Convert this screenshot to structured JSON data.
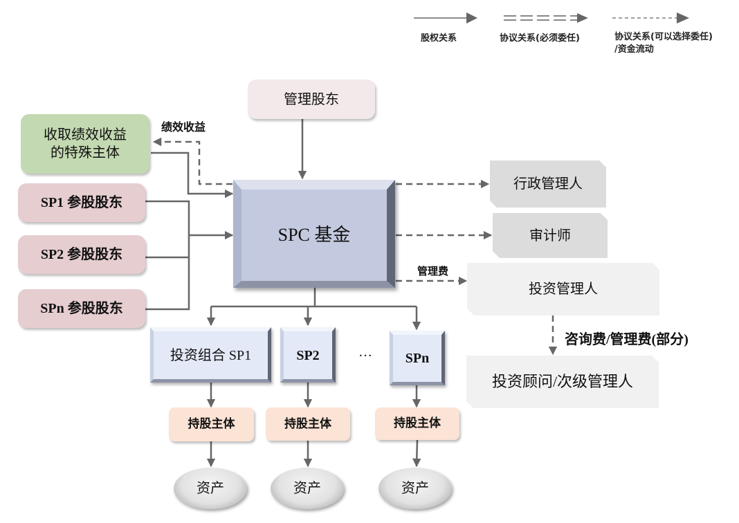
{
  "legend": [
    {
      "style": "solid-arrow",
      "label": "股权关系"
    },
    {
      "style": "double-dashed-arrow",
      "label": "协议关系(必须委任)"
    },
    {
      "style": "dashed-arrow",
      "label": "协议关系(可以选择委任)\n/资金流动"
    }
  ],
  "legend_labels": {
    "equity": "股权关系",
    "mandatory": "协议关系(必须委任)",
    "optional_line1": "协议关系(可以选择委任)",
    "optional_line2": "/资金流动"
  },
  "nodes": {
    "special_entity": {
      "line1": "收取绩效收益",
      "line2": "的特殊主体",
      "color": "#c3d9b1"
    },
    "sp1_shareholder": "SP1 参股股东",
    "sp2_shareholder": "SP2 参股股东",
    "spn_shareholder": "SPn 参股股东",
    "management_shareholder": "管理股东",
    "fund": "SPC 基金",
    "administrator": "行政管理人",
    "auditor": "审计师",
    "investment_manager": "投资管理人",
    "sub_manager": "投资顾问/次级管理人",
    "portfolio_sp1": "投资组合 SP1",
    "portfolio_sp2": "SP2",
    "ellipsis": "…",
    "portfolio_spn": "SPn",
    "holding_entity": [
      "持股主体",
      "持股主体",
      "持股主体"
    ],
    "assets": [
      "资产",
      "资产",
      "资产"
    ]
  },
  "edge_labels": {
    "performance_fee": "绩效收益",
    "management_fee": "管理费",
    "advisory_fee": "咨询费/管理费(部分)"
  },
  "colors": {
    "line": "#666666",
    "fund": "#c3cadf",
    "shareholder": "#e6cdd0",
    "management_shareholder": "#f3e9ea",
    "holding": "#fbe3d5",
    "service_provider": "#dcdcdc",
    "manager": "#f1f1f1"
  }
}
